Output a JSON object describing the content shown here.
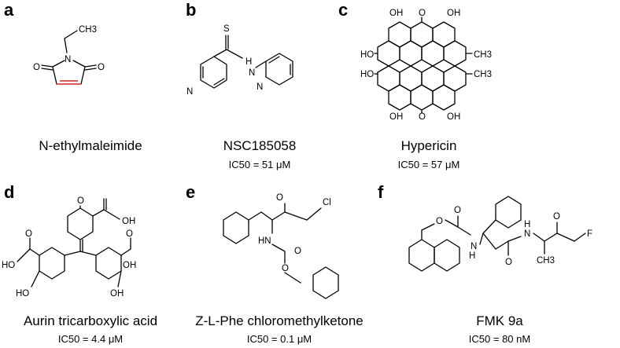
{
  "panels": [
    {
      "label": "a",
      "name": "N-ethylmaleimide",
      "ic50": "",
      "atoms": {
        "ch3": "CH3",
        "n": "N",
        "o1": "O",
        "o2": "O"
      }
    },
    {
      "label": "b",
      "name": "NSC185058",
      "ic50": "IC50 = 51 μM",
      "atoms": {
        "s": "S",
        "h": "H",
        "n": "N",
        "n1": "N",
        "n2": "N"
      }
    },
    {
      "label": "c",
      "name": "Hypericin",
      "ic50": "IC50 = 57 μM",
      "atoms": {
        "oh": "OH",
        "o": "O",
        "ho": "HO",
        "ch3": "CH3"
      }
    },
    {
      "label": "d",
      "name": "Aurin tricarboxylic acid",
      "ic50": "IC50 = 4.4 μM",
      "atoms": {
        "o": "O",
        "oh": "OH",
        "ho": "HO"
      }
    },
    {
      "label": "e",
      "name": "Z-L-Phe chloromethylketone",
      "ic50": "IC50 = 0.1 μM",
      "atoms": {
        "o": "O",
        "cl": "Cl",
        "hn": "HN"
      }
    },
    {
      "label": "f",
      "name": "FMK 9a",
      "ic50": "IC50 = 80 nM",
      "atoms": {
        "o": "O",
        "n": "N",
        "h": "H",
        "f": "F",
        "ch3": "CH3"
      }
    }
  ]
}
